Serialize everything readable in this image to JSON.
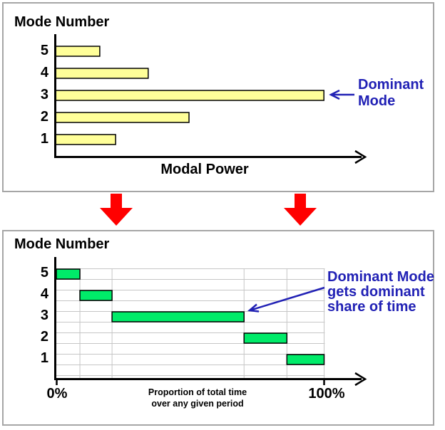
{
  "panels": {
    "top": {
      "title": "Mode Number",
      "xlabel": "Modal Power",
      "y_labels": [
        "5",
        "4",
        "3",
        "2",
        "1"
      ],
      "annotation": "Dominant\nMode"
    },
    "bottom": {
      "title": "Mode Number",
      "xlabel_lines": [
        "Proportion of total time",
        "over any given period"
      ],
      "x_tick_left": "0%",
      "x_tick_right": "100%",
      "y_labels": [
        "5",
        "4",
        "3",
        "2",
        "1"
      ],
      "annotation": "Dominant Mode\ngets dominant\nshare of time"
    }
  },
  "colors": {
    "bar_yellow": "#ffff99",
    "bar_green": "#00eb69",
    "bar_border": "#000000",
    "arrow_red": "#ff0000",
    "annotation_blue": "#2121b5",
    "grid_gray": "#c6c6c6",
    "axis_black": "#000000",
    "panel_border": "#a6a6a6"
  },
  "chart_data": [
    {
      "type": "bar",
      "orientation": "horizontal",
      "title": "Mode Number",
      "xlabel": "Modal Power",
      "categories": [
        "5",
        "4",
        "3",
        "2",
        "1"
      ],
      "values_pct_of_axis": [
        14.5,
        30.4,
        88.1,
        43.8,
        19.7
      ],
      "dominant_category": "3",
      "annotation": "Dominant Mode",
      "bar_color": "#ffff99",
      "grid": false
    },
    {
      "type": "bar",
      "subtype": "sequential-gantt-segments",
      "title": "Mode Number",
      "xlabel": "Proportion of total time over any given period",
      "xlim": [
        0,
        100
      ],
      "x_ticks": [
        "0%",
        "100%"
      ],
      "categories": [
        "5",
        "4",
        "3",
        "2",
        "1"
      ],
      "series": [
        {
          "name": "share-of-time-pct",
          "segments": [
            {
              "category": "5",
              "start": 0,
              "end": 8.8
            },
            {
              "category": "4",
              "start": 8.8,
              "end": 20.8
            },
            {
              "category": "3",
              "start": 20.8,
              "end": 70.1
            },
            {
              "category": "2",
              "start": 70.1,
              "end": 86.1
            },
            {
              "category": "1",
              "start": 86.1,
              "end": 100
            }
          ]
        }
      ],
      "dominant_category": "3",
      "annotation": "Dominant Mode gets dominant share of time",
      "bar_color": "#00eb69",
      "grid": true
    }
  ]
}
